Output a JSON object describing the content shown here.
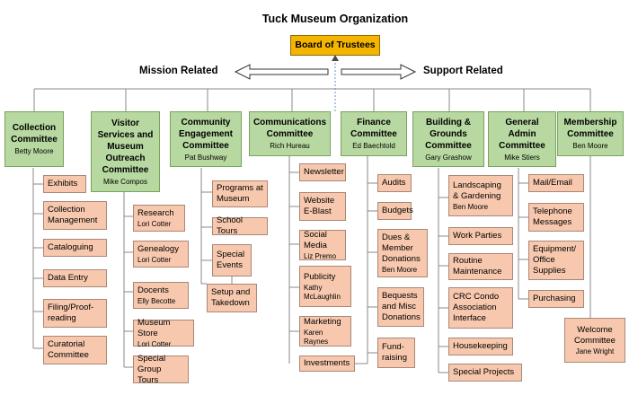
{
  "title": "Tuck Museum Organization",
  "board": "Board of Trustees",
  "mission_label": "Mission Related",
  "support_label": "Support Related",
  "committees": [
    {
      "name": "Collection\nCommittee",
      "person": "Betty Moore"
    },
    {
      "name": "Visitor\nServices and\nMuseum\nOutreach\nCommittee",
      "person": "Mike Compos"
    },
    {
      "name": "Community\nEngagement\nCommittee",
      "person": "Pat Bushway"
    },
    {
      "name": "Communications\nCommittee",
      "person": "Rich Hureau"
    },
    {
      "name": "Finance\nCommittee",
      "person": "Ed Baechtold"
    },
    {
      "name": "Building &\nGrounds\nCommittee",
      "person": "Gary Grashow"
    },
    {
      "name": "General\nAdmin\nCommittee",
      "person": "Mike Stiers"
    },
    {
      "name": "Membership\nCommittee",
      "person": "Ben Moore"
    }
  ],
  "subitems": [
    {
      "label": "Exhibits",
      "person": ""
    },
    {
      "label": "Collection\nManagement",
      "person": ""
    },
    {
      "label": "Cataloguing",
      "person": ""
    },
    {
      "label": "Data Entry",
      "person": ""
    },
    {
      "label": "Filing/Proof-\nreading",
      "person": ""
    },
    {
      "label": "Curatorial\nCommittee",
      "person": ""
    },
    {
      "label": "Research",
      "person": "Lori Cotter"
    },
    {
      "label": "Genealogy",
      "person": "Lori Cotter"
    },
    {
      "label": "Docents",
      "person": "Elly Becotte"
    },
    {
      "label": "Museum Store",
      "person": "Lori Cotter"
    },
    {
      "label": "Special Group\nTours",
      "person": ""
    },
    {
      "label": "Programs at\nMuseum",
      "person": ""
    },
    {
      "label": "School Tours",
      "person": ""
    },
    {
      "label": "Special\nEvents",
      "person": ""
    },
    {
      "label": "Setup and\nTakedown",
      "person": ""
    },
    {
      "label": "Newsletter",
      "person": ""
    },
    {
      "label": "Website\nE-Blast",
      "person": ""
    },
    {
      "label": "Social Media",
      "person": "Liz Premo"
    },
    {
      "label": "Publicity",
      "person": "Kathy\nMcLaughlin"
    },
    {
      "label": "Marketing",
      "person": "Karen Raynes"
    },
    {
      "label": "Investments",
      "person": ""
    },
    {
      "label": "Audits",
      "person": ""
    },
    {
      "label": "Budgets",
      "person": ""
    },
    {
      "label": "Dues &\nMember\nDonations",
      "person": "Ben Moore"
    },
    {
      "label": "Bequests\nand Misc\nDonations",
      "person": ""
    },
    {
      "label": "Fund-\nraising",
      "person": ""
    },
    {
      "label": "Landscaping\n& Gardening",
      "person": "Ben Moore"
    },
    {
      "label": "Work Parties",
      "person": ""
    },
    {
      "label": "Routine\nMaintenance",
      "person": ""
    },
    {
      "label": "CRC Condo\nAssociation\nInterface",
      "person": ""
    },
    {
      "label": "Housekeeping",
      "person": ""
    },
    {
      "label": "Special Projects",
      "person": ""
    },
    {
      "label": "Mail/Email",
      "person": ""
    },
    {
      "label": "Telephone\nMessages",
      "person": ""
    },
    {
      "label": "Equipment/\nOffice\nSupplies",
      "person": ""
    },
    {
      "label": "Purchasing",
      "person": ""
    },
    {
      "label": "Welcome\nCommittee",
      "person": "Jane Wright"
    }
  ]
}
